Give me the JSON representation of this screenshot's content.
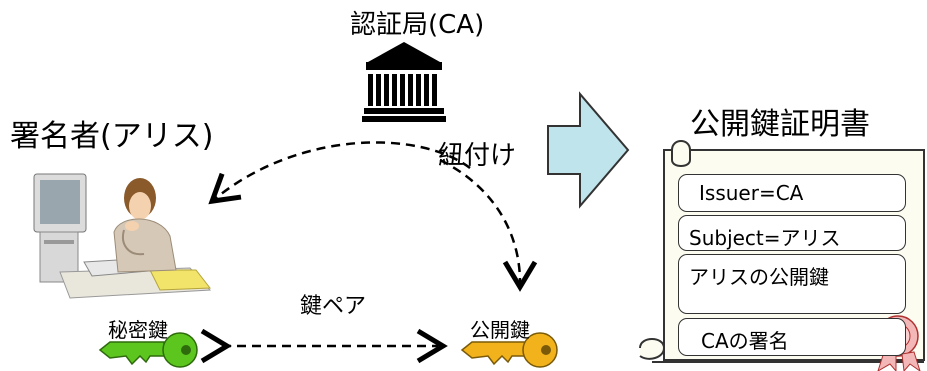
{
  "labels": {
    "authority": "認証局(CA)",
    "signer": "署名者(アリス)",
    "tie": "紐付け",
    "certificate": "公開鍵証明書",
    "key_pair": "鍵ペア",
    "private_key": "秘密鍵",
    "public_key": "公開鍵"
  },
  "certificate_fields": {
    "issuer": "Issuer=CA",
    "subject": "Subject=アリス",
    "public_key": "アリスの公開鍵",
    "signature": "CAの署名"
  },
  "colors": {
    "private_key": "#5cc61f",
    "public_key": "#f2b21b",
    "arrow_fill": "#bfe4ec",
    "scroll_fill": "#fcfcf0"
  },
  "icons": {
    "authority": "building-icon",
    "signer": "person-at-computer-icon",
    "private_key": "green-key-icon",
    "public_key": "gold-key-icon",
    "seal": "seal-rosette-icon"
  }
}
